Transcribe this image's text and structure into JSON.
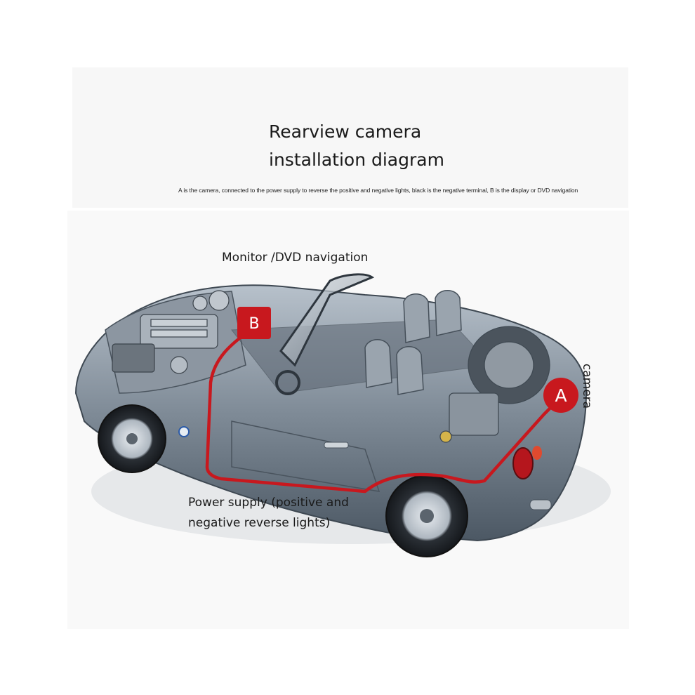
{
  "header": {
    "title": "Rearview camera\ninstallation diagram",
    "subtitle": "A is the camera, connected to the power supply to reverse the positive and negative lights, black is the negative terminal, B is the display or DVD navigation"
  },
  "diagram": {
    "labels": {
      "monitor": "Monitor /DVD navigation",
      "power_supply": "Power supply (positive and negative reverse lights)",
      "camera": "camera"
    },
    "markers": {
      "display_marker": "B",
      "camera_marker": "A"
    },
    "colors": {
      "wire": "#c8181e",
      "marker": "#c8181e",
      "car_body": "#7f8b97"
    }
  }
}
